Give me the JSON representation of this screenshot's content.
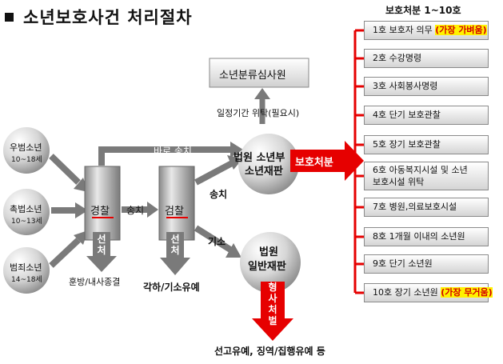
{
  "title": "소년보호사건 처리절차",
  "header": "보호처분 1~10호",
  "offenders": [
    {
      "label": "우범소년",
      "age": "10~18세"
    },
    {
      "label": "촉법소년",
      "age": "10~13세"
    },
    {
      "label": "범죄소년",
      "age": "14~18세"
    }
  ],
  "police": "경찰",
  "police_vertical": "선처",
  "police_result": "훈방/내사종결",
  "arrow_send": "송치",
  "prosecution": "검찰",
  "prosecution_vertical": "선처",
  "prosecution_result": "각하/기소유예",
  "direct_send": "바로 송치",
  "send_label": "송치",
  "indict_label": "기소",
  "classification": "소년분류심사원",
  "consign": "일정기간 위탁(필요시)",
  "juvenile_court_1": "법원 소년부",
  "juvenile_court_2": "소년재판",
  "protect_label": "보호처분",
  "general_court_1": "법원",
  "general_court_2": "일반재판",
  "criminal_label": "형사처벌",
  "criminal_result": "선고유예, 징역/집행유예 등",
  "dispositions": [
    {
      "text": "1호 보호자 의무",
      "tag": "(가장 가벼움)"
    },
    {
      "text": "2호 수강명령",
      "tag": ""
    },
    {
      "text": "3호 사회봉사명령",
      "tag": ""
    },
    {
      "text": "4호 단기 보호관찰",
      "tag": ""
    },
    {
      "text": "5호 장기 보호관찰",
      "tag": ""
    },
    {
      "text": "6호 아동복지시설 및 소년보호시설 위탁",
      "tag": ""
    },
    {
      "text": "7호 병원,의료보호시설",
      "tag": ""
    },
    {
      "text": "8호 1개월 이내의 소년원",
      "tag": ""
    },
    {
      "text": "9호 단기 소년원",
      "tag": ""
    },
    {
      "text": "10호 장기 소년원",
      "tag": "(가장 무거움)"
    }
  ],
  "colors": {
    "red": "#e60000",
    "gray": "#7a7a7a",
    "highlight": "#fff200"
  }
}
